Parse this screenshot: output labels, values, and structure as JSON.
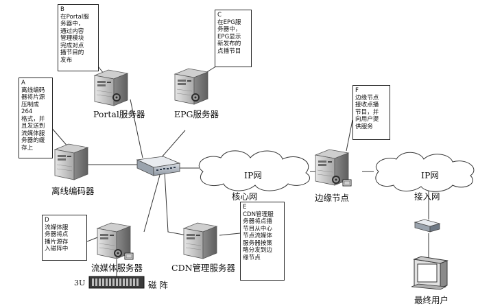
{
  "nodes": {
    "portal": "Portal服务器",
    "epg": "EPG服务器",
    "encoder": "离线编码器",
    "streaming": "流媒体服务器",
    "cdn_mgmt": "CDN管理服务器",
    "edge": "边缘节点",
    "end_user": "最终用户",
    "core_network": "核心网",
    "access_network": "接入网",
    "disk_array": "磁 阵",
    "disk_array_size": "3U"
  },
  "clouds": {
    "core": "IP网",
    "access": "IP网"
  },
  "notes": {
    "A": {
      "letter": "A",
      "text": "离线编码\n器将片源\n压制成264\n格式，并\n且发送到\n流媒体服\n务器的缓\n存上"
    },
    "B": {
      "letter": "B",
      "text": "在Portal服\n务器中，\n通过内容\n管理模块\n完成对点\n播节目的\n发布"
    },
    "C": {
      "letter": "C",
      "text": "在EPG服\n务器中，\nEPG显示\n新发布的\n点播节目"
    },
    "D": {
      "letter": "D",
      "text": "流媒体服\n务器将点\n播片源存\n入磁阵中"
    },
    "E": {
      "letter": "E",
      "text": "CDN管理服\n务器将点播\n节目从中心\n节点流媒体\n服务器按策\n略分发到边\n缘节点"
    },
    "F": {
      "letter": "F",
      "text": "边缘节点\n接收点播\n节目，并\n向用户提\n供服务"
    }
  }
}
